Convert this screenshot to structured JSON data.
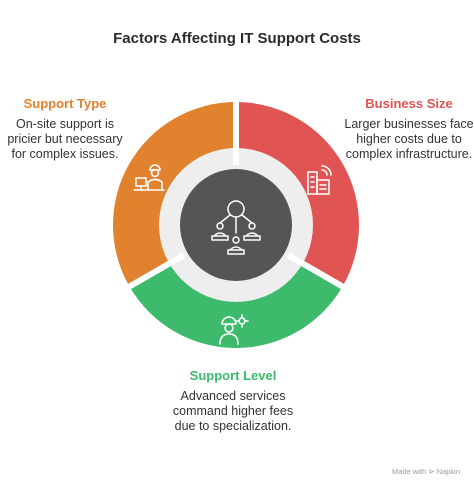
{
  "title": "Factors Affecting IT Support Costs",
  "colors": {
    "support_type": "#E0822E",
    "business_size": "#E05454",
    "support_level": "#3DBA6C",
    "center": "#555555",
    "inner_ring": "#EEEEEE",
    "icon_stroke": "#ffffff"
  },
  "segments": [
    {
      "key": "support_type",
      "heading": "Support Type",
      "text": "On-site support is pricier but necessary for complex issues.",
      "icon": "technician-workstation-icon"
    },
    {
      "key": "business_size",
      "heading": "Business Size",
      "text": "Larger businesses face higher costs due to complex infrastructure.",
      "icon": "office-building-signal-icon"
    },
    {
      "key": "support_level",
      "heading": "Support Level",
      "text": "Advanced services command higher fees due to specialization.",
      "icon": "engineer-gear-icon"
    }
  ],
  "center_icon": "hierarchy-network-icon",
  "watermark": "Made with ⋗ Napkin"
}
